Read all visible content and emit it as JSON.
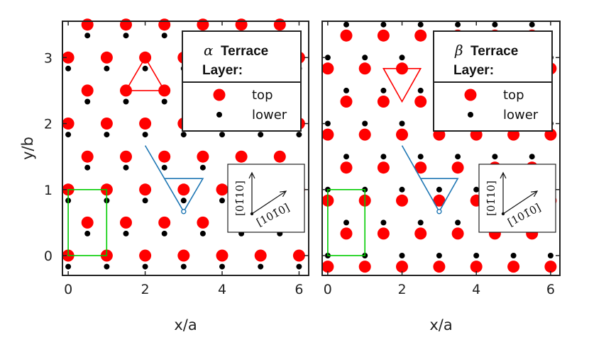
{
  "chart_data": [
    {
      "type": "scatter",
      "panel": "alpha",
      "xlabel": "x/a",
      "ylabel": "y/b",
      "xlim": [
        -0.15,
        6.25
      ],
      "ylim": [
        -0.3,
        3.55
      ],
      "xticks": [
        0,
        2,
        4,
        6
      ],
      "yticks": [
        0,
        1,
        2,
        3
      ],
      "legend": {
        "greek": "α",
        "title_word": "Terrace",
        "subtitle": "Layer:",
        "entries": [
          "top",
          "lower"
        ],
        "placement": "top-right"
      },
      "series": [
        {
          "name": "top",
          "color": "#ff0000",
          "x_start": [
            0,
            0.5
          ],
          "x_step": 1,
          "y_step": 0.5,
          "y_range": [
            0,
            3.5
          ]
        },
        {
          "name": "lower",
          "color": "#000000",
          "x_start": [
            0,
            0.5
          ],
          "x_step": 1,
          "y_step": 0.5,
          "y_offset": -0.1667,
          "y_range": [
            -0.1667,
            3.3333
          ]
        }
      ],
      "triangle": {
        "points": [
          [
            1.5,
            2.5
          ],
          [
            2,
            3
          ],
          [
            2.5,
            2.5
          ]
        ],
        "color": "#ff0000"
      },
      "unit_cell": {
        "points": [
          [
            3,
            0.667
          ],
          [
            3.5,
            1.1667
          ],
          [
            2.5,
            1.1667
          ],
          [
            2,
            1.667
          ]
        ],
        "color": "#1f77b4"
      },
      "rect_cell": {
        "x": [
          0,
          1
        ],
        "y": [
          0,
          1
        ],
        "color": "#00cc00"
      },
      "inset": {
        "vertical_label": "[01̄10]",
        "diagonal_label": "[101̄0]"
      }
    },
    {
      "type": "scatter",
      "panel": "beta",
      "xlabel": "x/a",
      "xlim": [
        -0.15,
        6.25
      ],
      "ylim": [
        -0.3,
        3.55
      ],
      "xticks": [
        0,
        2,
        4,
        6
      ],
      "legend": {
        "greek": "β",
        "title_word": "Terrace",
        "subtitle": "Layer:",
        "entries": [
          "top",
          "lower"
        ],
        "placement": "top-right"
      },
      "series": [
        {
          "name": "top",
          "color": "#ff0000",
          "x_start": [
            0,
            0.5
          ],
          "x_step": 1,
          "y_step": 0.5,
          "y_offset": -0.1667,
          "y_range": [
            -0.1667,
            3.3333
          ]
        },
        {
          "name": "lower",
          "color": "#000000",
          "x_start": [
            0,
            0.5
          ],
          "x_step": 1,
          "y_step": 0.5,
          "y_range": [
            0,
            3.5
          ]
        }
      ],
      "triangle": {
        "points": [
          [
            1.5,
            2.8333
          ],
          [
            2,
            2.3333
          ],
          [
            2.5,
            2.8333
          ]
        ],
        "color": "#ff0000"
      },
      "unit_cell": {
        "points": [
          [
            3,
            0.667
          ],
          [
            3.5,
            1.1667
          ],
          [
            2.5,
            1.1667
          ],
          [
            2,
            1.667
          ]
        ],
        "color": "#1f77b4"
      },
      "rect_cell": {
        "x": [
          0,
          1
        ],
        "y": [
          0,
          1
        ],
        "color": "#00cc00"
      },
      "inset": {
        "vertical_label": "[01̄10]",
        "diagonal_label": "[101̄0]"
      }
    }
  ]
}
